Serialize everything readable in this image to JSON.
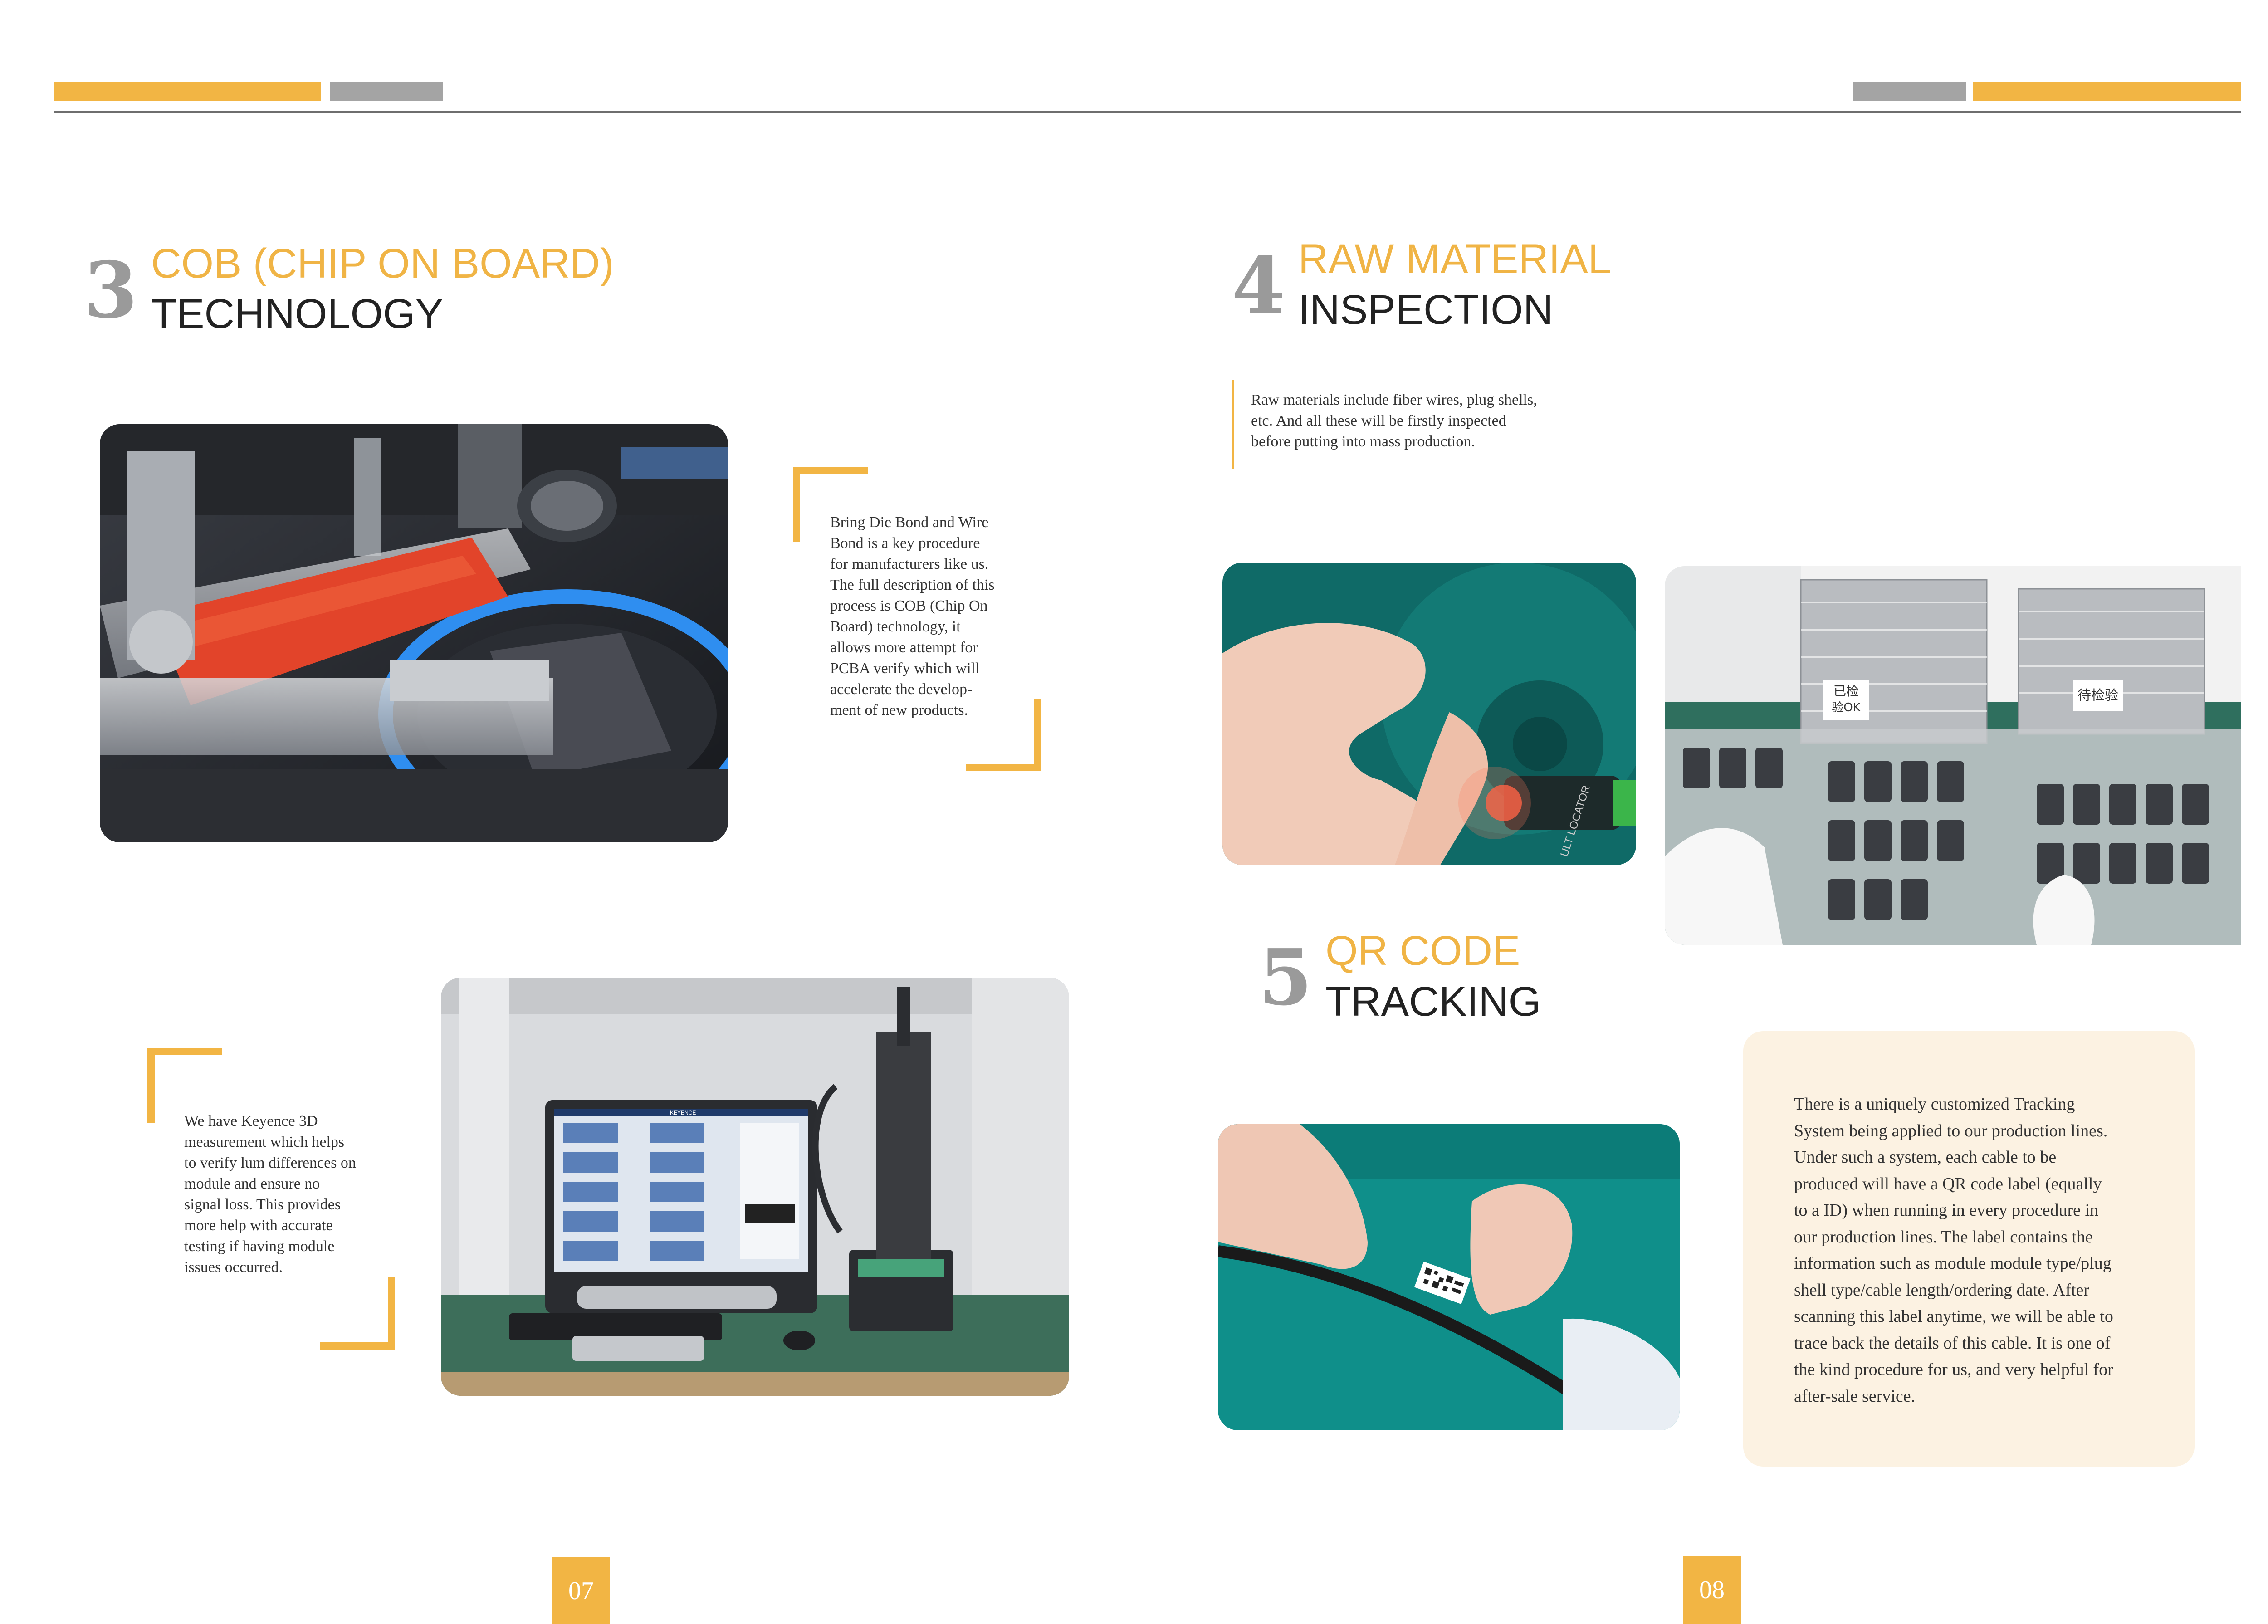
{
  "colors": {
    "accent": "#f2b544",
    "gray": "#a4a4a4",
    "panel": "#fcf2e2"
  },
  "section3": {
    "number": "3",
    "title_accent": "COB (CHIP ON BOARD)",
    "title_main": "TECHNOLOGY",
    "text": "Bring Die Bond and Wire Bond is a key procedure for manufacturers like us. The full description of this process is COB (Chip On Board) technology, it allows more attempt for PCBA verify which will accelerate the develop- ment of new products.",
    "text_lines": [
      "Bring Die Bond and Wire",
      "Bond is a key procedure",
      "for manufacturers like us.",
      "The full description of this",
      "process is COB (Chip On",
      "Board) technology, it",
      "allows more attempt for",
      "PCBA verify which will",
      "accelerate the develop-",
      "ment of new products."
    ]
  },
  "keyence": {
    "text_lines": [
      "We have Keyence 3D",
      "measurement which helps",
      "to verify lum differences on",
      "module and ensure no",
      "signal loss. This provides",
      "more help with accurate",
      "testing if having module",
      "issues occurred."
    ],
    "monitor_brand": "KEYENCE"
  },
  "section4": {
    "number": "4",
    "title_accent": "RAW MATERIAL",
    "title_main": "INSPECTION",
    "text_lines": [
      "Raw materials include fiber wires, plug shells,",
      "etc. And all these will be firstly inspected",
      "before putting into mass production."
    ],
    "photo1_label": "ULT LOCATOR",
    "photo2_label_left": "已检\n验OK",
    "photo2_label_right": "待检验"
  },
  "section5": {
    "number": "5",
    "title_accent": "QR CODE",
    "title_main": "TRACKING",
    "text_lines": [
      "There is a uniquely customized Tracking",
      "System being applied to our production lines.",
      "Under such a system, each cable to be",
      "produced will have a QR code label (equally",
      "to a ID) when running in every procedure in",
      "our production lines. The label contains the",
      "information such as module module type/plug",
      "shell type/cable length/ordering date. After",
      "scanning this label anytime, we will be able to",
      "trace back the details of this cable. It is one of",
      "the kind procedure for us, and very helpful for",
      "after-sale service."
    ]
  },
  "pages": {
    "left": "07",
    "right": "08"
  }
}
